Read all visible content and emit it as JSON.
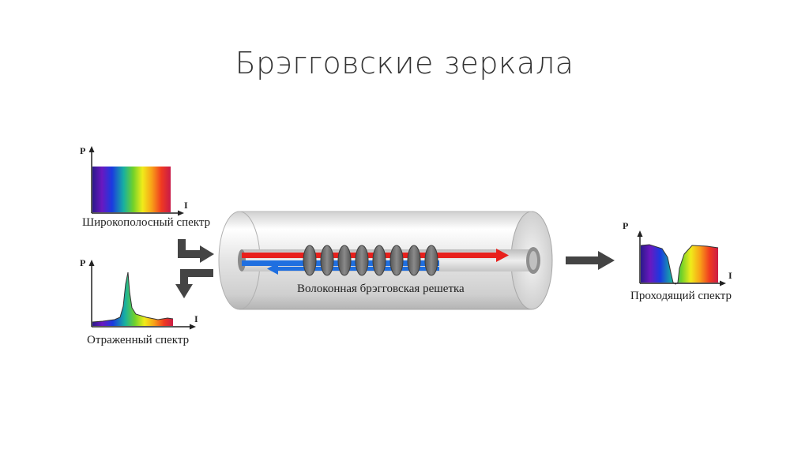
{
  "title": "Брэгговские зеркала",
  "broadband": {
    "caption": "Широкополосный спектр",
    "y_axis": "P",
    "x_axis": "I"
  },
  "reflected": {
    "caption": "Отраженный спектр",
    "y_axis": "P",
    "x_axis": "I"
  },
  "transmitted": {
    "caption": "Проходящий спектр",
    "y_axis": "P",
    "x_axis": "I"
  },
  "fiber": {
    "caption": "Волоконная брэгговская решетка",
    "grating_rings": 8
  },
  "colors": {
    "forward": "#e8201c",
    "reflected": "#1f6fe0",
    "arrow": "#444444"
  }
}
